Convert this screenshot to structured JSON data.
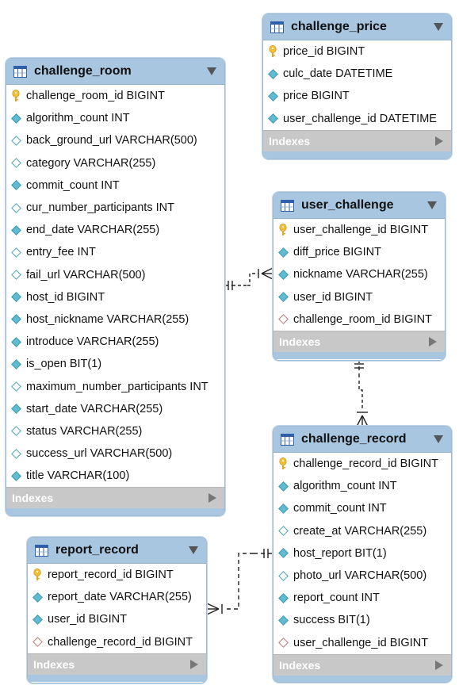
{
  "indexes_label": "Indexes",
  "tables": {
    "challenge_room": {
      "title": "challenge_room",
      "columns": [
        {
          "text": "challenge_room_id BIGINT",
          "icon": "primary-key-icon"
        },
        {
          "text": "algorithm_count INT",
          "icon": "not-null-column-icon"
        },
        {
          "text": "back_ground_url VARCHAR(500)",
          "icon": "nullable-column-icon"
        },
        {
          "text": "category VARCHAR(255)",
          "icon": "nullable-column-icon"
        },
        {
          "text": "commit_count INT",
          "icon": "not-null-column-icon"
        },
        {
          "text": "cur_number_participants INT",
          "icon": "nullable-column-icon"
        },
        {
          "text": "end_date VARCHAR(255)",
          "icon": "not-null-column-icon"
        },
        {
          "text": "entry_fee INT",
          "icon": "nullable-column-icon"
        },
        {
          "text": "fail_url VARCHAR(500)",
          "icon": "nullable-column-icon"
        },
        {
          "text": "host_id BIGINT",
          "icon": "not-null-column-icon"
        },
        {
          "text": "host_nickname VARCHAR(255)",
          "icon": "not-null-column-icon"
        },
        {
          "text": "introduce VARCHAR(255)",
          "icon": "not-null-column-icon"
        },
        {
          "text": "is_open BIT(1)",
          "icon": "not-null-column-icon"
        },
        {
          "text": "maximum_number_participants INT",
          "icon": "nullable-column-icon"
        },
        {
          "text": "start_date VARCHAR(255)",
          "icon": "not-null-column-icon"
        },
        {
          "text": "status VARCHAR(255)",
          "icon": "nullable-column-icon"
        },
        {
          "text": "success_url VARCHAR(500)",
          "icon": "nullable-column-icon"
        },
        {
          "text": "title VARCHAR(100)",
          "icon": "not-null-column-icon"
        }
      ]
    },
    "challenge_price": {
      "title": "challenge_price",
      "columns": [
        {
          "text": "price_id BIGINT",
          "icon": "primary-key-icon"
        },
        {
          "text": "culc_date DATETIME",
          "icon": "not-null-column-icon"
        },
        {
          "text": "price BIGINT",
          "icon": "not-null-column-icon"
        },
        {
          "text": "user_challenge_id DATETIME",
          "icon": "not-null-column-icon"
        }
      ]
    },
    "user_challenge": {
      "title": "user_challenge",
      "columns": [
        {
          "text": "user_challenge_id BIGINT",
          "icon": "primary-key-icon"
        },
        {
          "text": "diff_price BIGINT",
          "icon": "not-null-column-icon"
        },
        {
          "text": "nickname VARCHAR(255)",
          "icon": "not-null-column-icon"
        },
        {
          "text": "user_id BIGINT",
          "icon": "not-null-column-icon"
        },
        {
          "text": "challenge_room_id BIGINT",
          "icon": "foreign-key-icon"
        }
      ]
    },
    "challenge_record": {
      "title": "challenge_record",
      "columns": [
        {
          "text": "challenge_record_id BIGINT",
          "icon": "primary-key-icon"
        },
        {
          "text": "algorithm_count INT",
          "icon": "not-null-column-icon"
        },
        {
          "text": "commit_count INT",
          "icon": "not-null-column-icon"
        },
        {
          "text": "create_at VARCHAR(255)",
          "icon": "nullable-column-icon"
        },
        {
          "text": "host_report BIT(1)",
          "icon": "not-null-column-icon"
        },
        {
          "text": "photo_url VARCHAR(500)",
          "icon": "nullable-column-icon"
        },
        {
          "text": "report_count INT",
          "icon": "not-null-column-icon"
        },
        {
          "text": "success BIT(1)",
          "icon": "not-null-column-icon"
        },
        {
          "text": "user_challenge_id BIGINT",
          "icon": "foreign-key-icon"
        }
      ]
    },
    "report_record": {
      "title": "report_record",
      "columns": [
        {
          "text": "report_record_id BIGINT",
          "icon": "primary-key-icon"
        },
        {
          "text": "report_date VARCHAR(255)",
          "icon": "not-null-column-icon"
        },
        {
          "text": "user_id BIGINT",
          "icon": "not-null-column-icon"
        },
        {
          "text": "challenge_record_id BIGINT",
          "icon": "foreign-key-icon"
        }
      ]
    }
  },
  "relationships": [
    {
      "from": "challenge_room",
      "to": "user_challenge",
      "cardinality": "one-to-many"
    },
    {
      "from": "user_challenge",
      "to": "challenge_record",
      "cardinality": "one-to-many"
    },
    {
      "from": "challenge_record",
      "to": "report_record",
      "cardinality": "one-to-many"
    }
  ],
  "colors": {
    "header": "#a9c6e0",
    "indexes_bar": "#c8c8c8",
    "not_null_diamond": "#62bcd1",
    "foreign_key_diamond": "#c27b7b",
    "key_gold": "#f2c037",
    "connector": "#222222"
  }
}
